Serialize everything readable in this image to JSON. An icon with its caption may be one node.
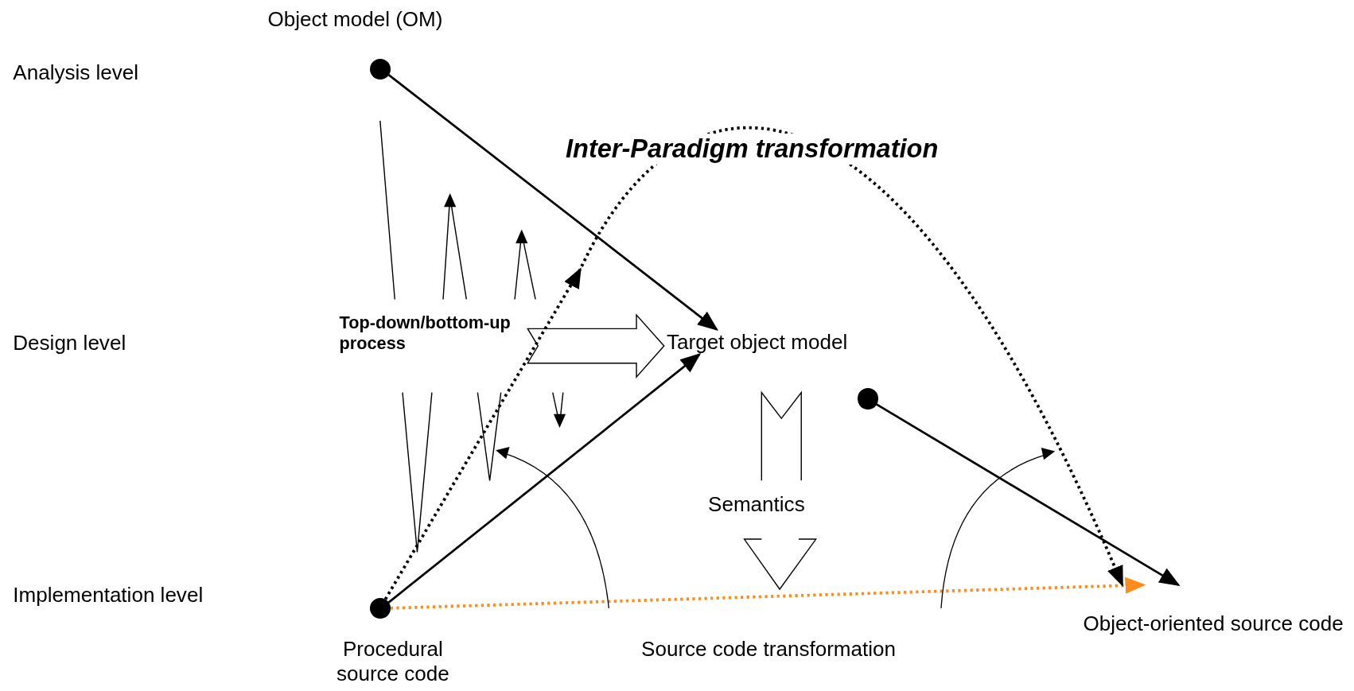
{
  "diagram": {
    "title": "Inter-Paradigm transformation",
    "nodes": [
      {
        "text": [],
        "shape": "circle",
        "beside": [
          "Object model (OM)"
        ]
      },
      {
        "text": [
          "Top-down/bottom-up process"
        ]
      },
      {
        "text": [
          "Target object model"
        ]
      },
      {
        "text": [],
        "shape": "circle"
      },
      {
        "text": [],
        "shape": "circle",
        "beside": [
          "Procedural source code"
        ]
      },
      {
        "text": [
          "Object-oriented source code"
        ]
      }
    ],
    "edges": [
      {
        "from": 0,
        "to": 2,
        "arrow": "to"
      },
      {
        "from": 1,
        "to": 2,
        "arrow": "to",
        "style": "thick"
      },
      {
        "from": 4,
        "to": 2,
        "arrow": "to"
      },
      {
        "from": 3,
        "to": 5,
        "arrow": "to"
      },
      {
        "from": 4,
        "to": 5,
        "arrow": "to",
        "style": "dashed",
        "color": "#ff8c1a",
        "label": "Source code transformation"
      },
      {
        "from": 4,
        "to": 5,
        "arrow": "to",
        "style": "dashed"
      }
    ],
    "labels": [
      "Analysis level",
      "Design level",
      "Semantics",
      "Implementation level"
    ]
  }
}
